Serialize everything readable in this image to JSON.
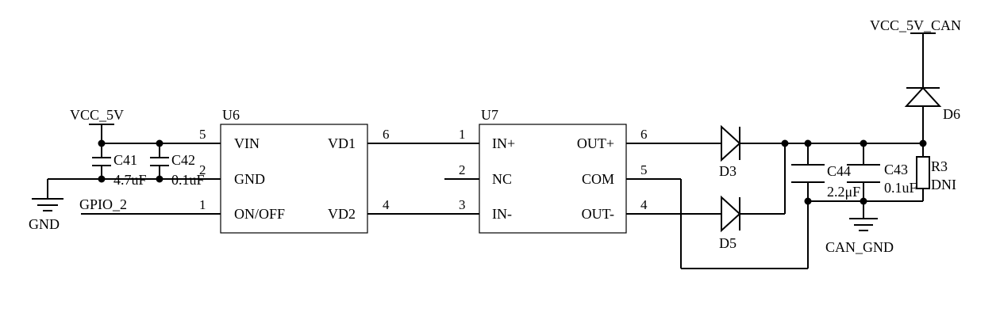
{
  "nets": {
    "vcc_5v": "VCC_5V",
    "gnd": "GND",
    "gpio_2": "GPIO_2",
    "vcc_5v_can": "VCC_5V_CAN",
    "can_gnd": "CAN_GND"
  },
  "components": {
    "c41": {
      "ref": "C41",
      "value": "4.7uF"
    },
    "c42": {
      "ref": "C42",
      "value": "0.1uF"
    },
    "c43": {
      "ref": "C43",
      "value": "0.1uF"
    },
    "c44": {
      "ref": "C44",
      "value": "2.2μF"
    },
    "r3": {
      "ref": "R3",
      "value": "DNI"
    },
    "d3": {
      "ref": "D3"
    },
    "d5": {
      "ref": "D5"
    },
    "d6": {
      "ref": "D6"
    },
    "u6": {
      "ref": "U6",
      "pins": {
        "vin": {
          "num": "5",
          "name": "VIN"
        },
        "gnd": {
          "num": "2",
          "name": "GND"
        },
        "onoff": {
          "num": "1",
          "name": "ON/OFF"
        },
        "vd1": {
          "num": "6",
          "name": "VD1"
        },
        "vd2": {
          "num": "4",
          "name": "VD2"
        }
      }
    },
    "u7": {
      "ref": "U7",
      "pins": {
        "inp": {
          "num": "1",
          "name": "IN+"
        },
        "nc": {
          "num": "2",
          "name": "NC"
        },
        "inm": {
          "num": "3",
          "name": "IN-"
        },
        "outp": {
          "num": "6",
          "name": "OUT+"
        },
        "com": {
          "num": "5",
          "name": "COM"
        },
        "outm": {
          "num": "4",
          "name": "OUT-"
        }
      }
    }
  }
}
